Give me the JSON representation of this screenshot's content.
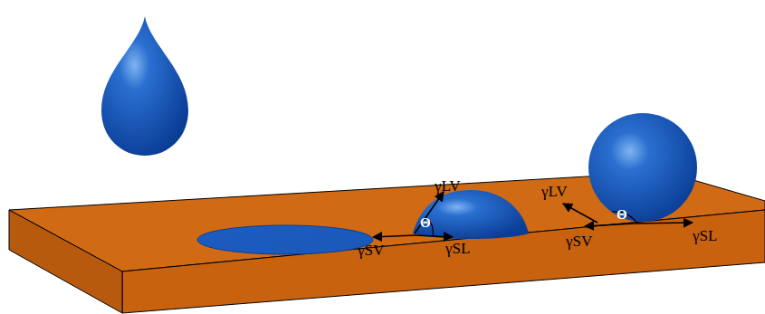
{
  "diagram": {
    "labels": [
      "γLV",
      "Θ",
      "γSV",
      "γSL",
      "γLV",
      "Θ",
      "γSV",
      "γSL"
    ]
  }
}
